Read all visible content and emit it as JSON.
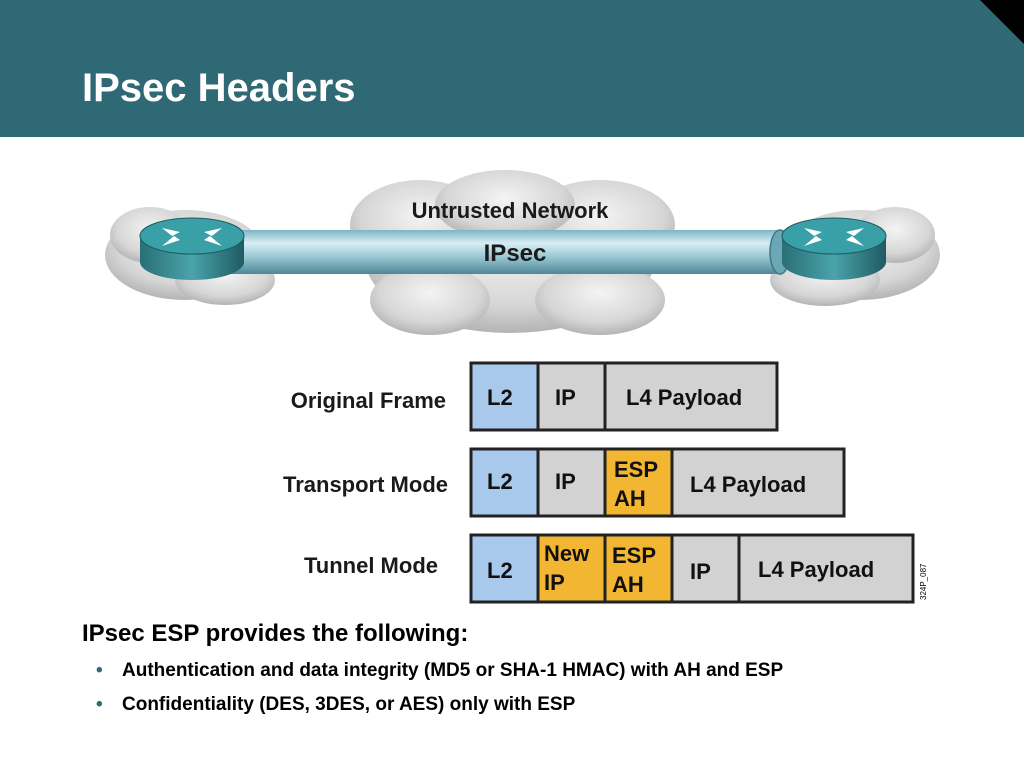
{
  "slide": {
    "title": "IPsec Headers"
  },
  "network": {
    "cloud_label": "Untrusted Network",
    "tunnel_label": "IPsec"
  },
  "frames": {
    "original": {
      "label": "Original Frame",
      "cells": [
        "L2",
        "IP",
        "L4 Payload"
      ]
    },
    "transport": {
      "label": "Transport Mode",
      "cells": [
        "L2",
        "IP",
        "ESP",
        "AH",
        "L4 Payload"
      ]
    },
    "tunnel": {
      "label": "Tunnel Mode",
      "cells": [
        "L2",
        "New",
        "IP",
        "ESP",
        "AH",
        "IP",
        "L4 Payload"
      ]
    },
    "figure_id": "324P_087"
  },
  "content": {
    "lead": "IPsec ESP provides the following:",
    "bullets": [
      "Authentication and data integrity (MD5 or SHA-1 HMAC) with AH and ESP",
      "Confidentiality (DES, 3DES, or AES) only with ESP"
    ]
  },
  "colors": {
    "header": "#2f6975",
    "l2": "#a8c8ec",
    "ip": "#d2d2d2",
    "security": "#f2b632"
  }
}
